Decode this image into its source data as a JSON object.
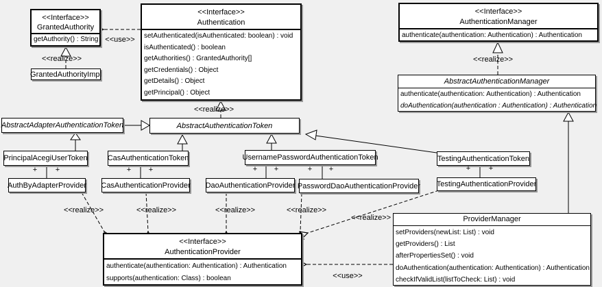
{
  "colors": {
    "background": "#f0f0f0",
    "box_fill": "#ffffff",
    "line": "#000000",
    "shadow": "#999999"
  },
  "labels": {
    "use": "<<use>>",
    "realize": "<<realize>>",
    "plus": "+"
  },
  "boxes": {
    "granted_authority": {
      "stereotype": "<<Interface>>",
      "name": "GrantedAuthority",
      "methods": [
        "getAuthority() : String"
      ]
    },
    "granted_authority_impl": {
      "name": "GrantedAuthorityImpl"
    },
    "authentication": {
      "stereotype": "<<Interface>>",
      "name": "Authentication",
      "methods": [
        "setAuthenticated(isAuthenticated: boolean) : void",
        "isAuthenticated() : boolean",
        "getAuthorities() : GrantedAuthority[]",
        "getCredentials() : Object",
        "getDetails() : Object",
        "getPrincipal() : Object"
      ]
    },
    "authentication_manager": {
      "stereotype": "<<Interface>>",
      "name": "AuthenticationManager",
      "methods": [
        "authenticate(authentication: Authentication) : Authentication"
      ]
    },
    "abstract_authentication_manager": {
      "name": "AbstractAuthenticationManager",
      "methods": [
        "authenticate(authentication: Authentication) : Authentication",
        "doAuthentication(authentication : Authentication) : Authentication"
      ]
    },
    "abstract_adapter_authentication_token": {
      "name": "AbstractAdapterAuthenticationToken"
    },
    "abstract_authentication_token": {
      "name": "AbstractAuthenticationToken"
    },
    "principal_acegi_user_token": {
      "name": "PrincipalAcegiUserToken"
    },
    "cas_authentication_token": {
      "name": "CasAuthenticationToken"
    },
    "username_password_authentication_token": {
      "name": "UsernamePasswordAuthenticationToken"
    },
    "testing_authentication_token": {
      "name": "TestingAuthenticationToken"
    },
    "auth_by_adapter_provider": {
      "name": "AuthByAdapterProvider"
    },
    "cas_authentication_provider": {
      "name": "CasAuthenticationProvider"
    },
    "dao_authentication_provider": {
      "name": "DaoAuthenticationProvider"
    },
    "password_dao_authentication_provider": {
      "name": "PasswordDaoAuthenticationProvider"
    },
    "testing_authentication_provider": {
      "name": "TestingAuthenticationProvider"
    },
    "authentication_provider": {
      "stereotype": "<<Interface>>",
      "name": "AuthenticationProvider",
      "methods": [
        "authenticate(authentication: Authentication) : Authentication",
        "supports(authentication: Class) : boolean"
      ]
    },
    "provider_manager": {
      "name": "ProviderManager",
      "methods": [
        "setProviders(newList: List) : void",
        "getProviders() : List",
        "afterPropertiesSet() : void",
        "doAuthentication(authentication: Authentication) : Authentication",
        "checkIfValidList(listToCheck: List) : void"
      ]
    }
  }
}
